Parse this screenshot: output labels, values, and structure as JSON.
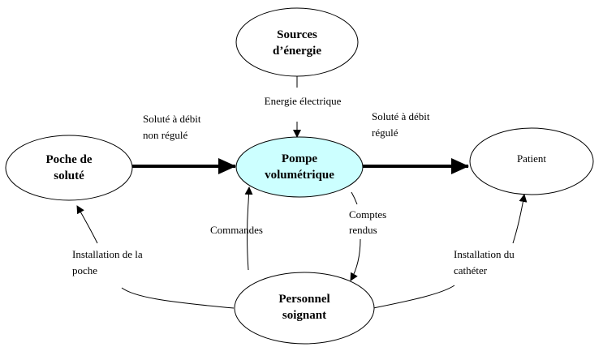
{
  "nodes": {
    "sources": {
      "lines": [
        "Sources",
        "d’énergie"
      ]
    },
    "poche": {
      "lines": [
        "Poche de",
        "soluté"
      ]
    },
    "pompe": {
      "lines": [
        "Pompe",
        "volumétrique"
      ]
    },
    "patient": {
      "lines": [
        "Patient"
      ]
    },
    "personnel": {
      "lines": [
        "Personnel",
        "soignant"
      ]
    }
  },
  "edges": {
    "energie": {
      "lines": [
        "Energie électrique"
      ]
    },
    "non_regule": {
      "lines": [
        "Soluté à débit",
        "non régulé"
      ]
    },
    "regule": {
      "lines": [
        "Soluté à débit",
        "régulé"
      ]
    },
    "commandes": {
      "lines": [
        "Commandes"
      ]
    },
    "comptes": {
      "lines": [
        "Comptes",
        "rendus"
      ]
    },
    "installation_poche": {
      "lines": [
        "Installation de la",
        "poche"
      ]
    },
    "installation_catheter": {
      "lines": [
        "Installation du",
        "cathéter"
      ]
    }
  },
  "colors": {
    "pump_fill": "#ccffff",
    "stroke": "#000000",
    "background": "#ffffff"
  }
}
